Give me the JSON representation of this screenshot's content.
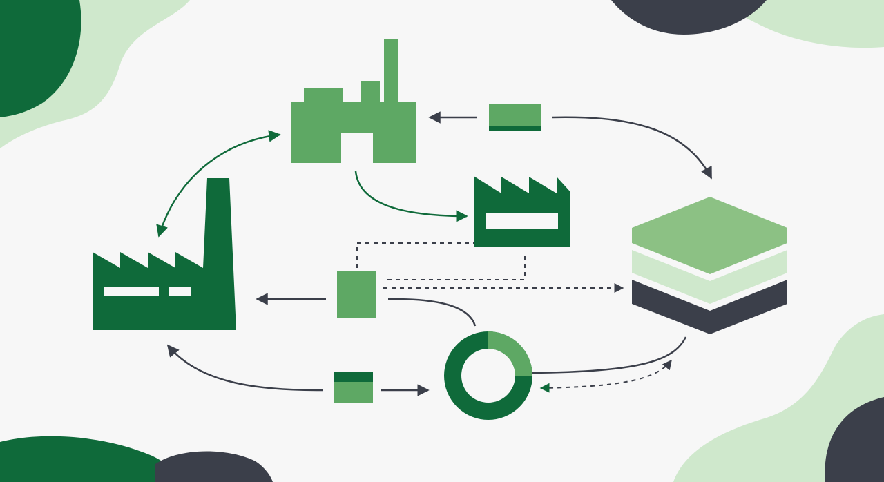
{
  "palette": {
    "background": "#f7f7f7",
    "dark_green": "#0f6a3a",
    "mid_green": "#5ea864",
    "light_green": "#8cc184",
    "pale_green": "#cfe8cc",
    "charcoal": "#3b3f4a"
  },
  "nodes": [
    {
      "id": "factory-top",
      "icon": "factory-chimney-icon"
    },
    {
      "id": "factory-left",
      "icon": "factory-sawtooth-chimney-icon"
    },
    {
      "id": "factory-middle",
      "icon": "factory-sawtooth-icon"
    },
    {
      "id": "storage-stack",
      "icon": "layered-stack-icon"
    },
    {
      "id": "donut-chart",
      "icon": "donut-chart-icon",
      "segment_fraction": 0.25
    },
    {
      "id": "center-block",
      "icon": "container-block-icon"
    },
    {
      "id": "top-pallet",
      "icon": "pallet-bar-icon"
    },
    {
      "id": "bottom-pallet",
      "icon": "pallet-bar-icon"
    }
  ],
  "connections": [
    {
      "from": "top-pallet",
      "to": "factory-top",
      "style": "solid"
    },
    {
      "from": "top-pallet",
      "to": "storage-stack",
      "style": "solid"
    },
    {
      "from": "factory-top",
      "to": "factory-left",
      "style": "solid",
      "bidirectional": true
    },
    {
      "from": "factory-top",
      "to": "factory-middle",
      "style": "solid"
    },
    {
      "from": "center-block",
      "to": "factory-left",
      "style": "solid"
    },
    {
      "from": "center-block",
      "to": "storage-stack",
      "style": "dashed"
    },
    {
      "from": "factory-middle",
      "to": "center-block",
      "style": "dashed"
    },
    {
      "from": "center-block",
      "to": "donut-chart",
      "style": "solid"
    },
    {
      "from": "bottom-pallet",
      "to": "factory-left",
      "style": "solid"
    },
    {
      "from": "bottom-pallet",
      "to": "donut-chart",
      "style": "solid"
    },
    {
      "from": "storage-stack",
      "to": "donut-chart",
      "style": "solid"
    },
    {
      "from": "storage-stack",
      "to": "donut-chart",
      "style": "dashed"
    }
  ]
}
